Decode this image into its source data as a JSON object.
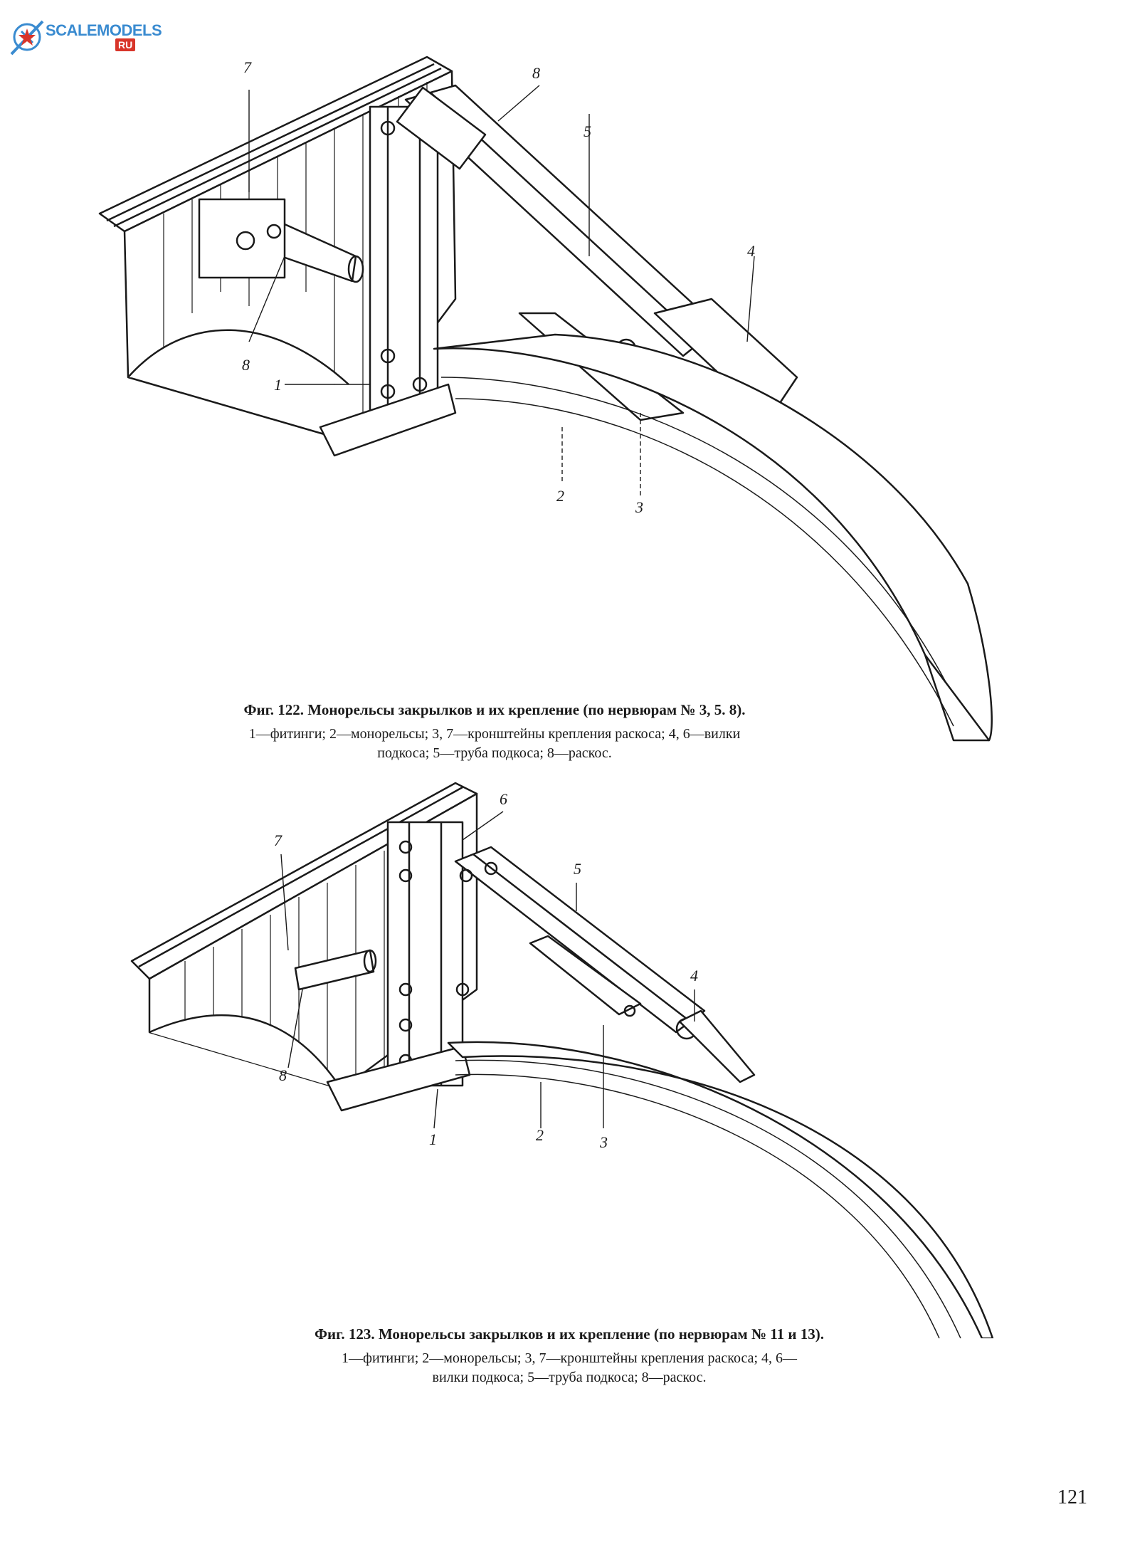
{
  "logo": {
    "text": "SCALEMODELS",
    "badge": "RU",
    "colors": {
      "text": "#3a8bd0",
      "badge": "#d8352a"
    }
  },
  "figures": [
    {
      "callouts": [
        "7",
        "8",
        "8",
        "5",
        "4",
        "1",
        "2",
        "3"
      ],
      "caption": {
        "title": "Фиг. 122. Монорельсы закрылков и их крепление (по нервюрам № 3, 5. 8).",
        "legend_line1": "1—фитинги; 2—монорельсы; 3, 7—кронштейны крепления раскоса; 4, 6—вилки",
        "legend_line2": "подкоса; 5—труба подкоса; 8—раскос."
      }
    },
    {
      "callouts": [
        "7",
        "6",
        "5",
        "4",
        "8",
        "1",
        "2",
        "3"
      ],
      "caption": {
        "title": "Фиг. 123. Монорельсы закрылков и их крепление (по нервюрам № 11 и 13).",
        "legend_line1": "1—фитинги; 2—монорельсы; 3, 7—кронштейны крепления раскоса; 4, 6—",
        "legend_line2": "вилки подкоса; 5—труба подкоса; 8—раскос."
      }
    }
  ],
  "page_number": "121"
}
